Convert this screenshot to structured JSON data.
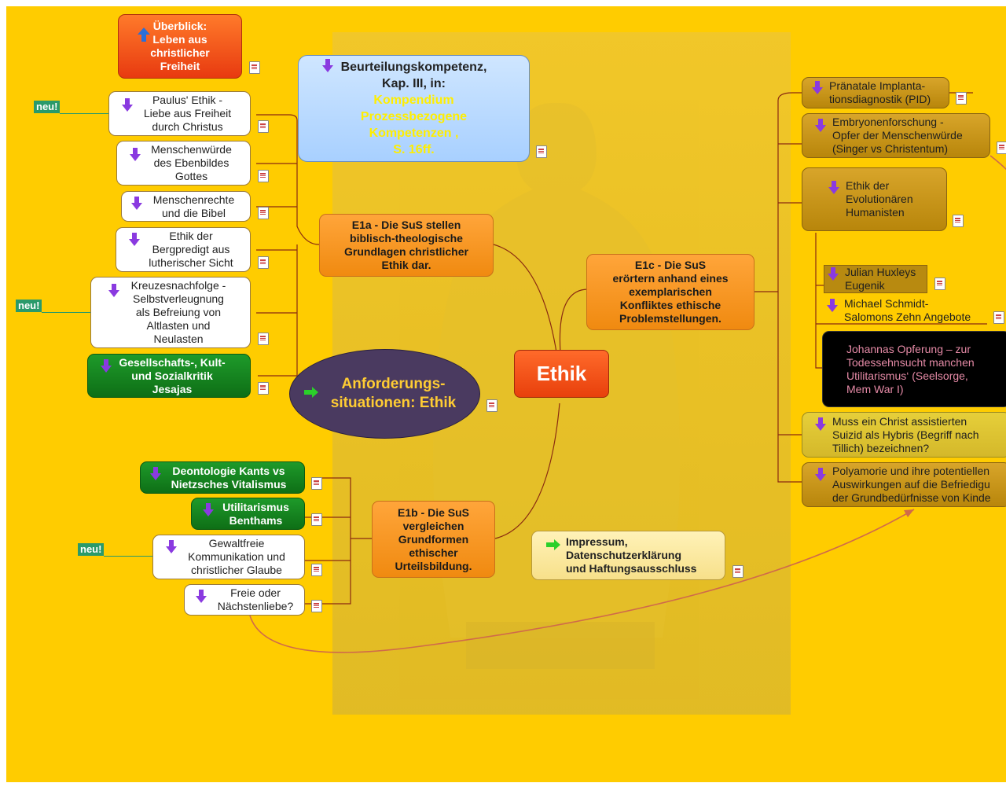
{
  "center": {
    "label": "Ethik",
    "color": "#f25a16"
  },
  "oval": {
    "label": "Anforderungs-\nsituationen: Ethik",
    "bg": "#4a3a60"
  },
  "overview": {
    "label": "Überblick:\nLeben aus\nchristlicher\nFreiheit"
  },
  "kompetenz": {
    "line1": "Beurteilungskompetenz,\nKap. III, in:",
    "link": "Kompendium\nProzessbezogene\nKompetenzen ,\nS. 16ff.",
    "link_color": "#ffee00"
  },
  "e1a": {
    "label": "E1a - Die SuS stellen\nbiblisch-theologische\nGrundlagen christlicher\nEthik dar."
  },
  "e1b": {
    "label": "E1b - Die SuS\nvergleichen\nGrundformen\nethischer\nUrteilsbildung."
  },
  "e1c": {
    "label": "E1c - Die SuS\nerörtern anhand eines\nexemplarischen\nKonfliktes ethische\nProblemstellungen."
  },
  "left_top": [
    {
      "label": "Paulus' Ethik -\nLiebe aus Freiheit\ndurch Christus"
    },
    {
      "label": "Menschenwürde\ndes Ebenbildes\nGottes"
    },
    {
      "label": "Menschenrechte\nund die Bibel"
    },
    {
      "label": "Ethik der\nBergpredigt aus\nlutherischer Sicht"
    },
    {
      "label": "Kreuzesnachfolge -\nSelbstverleugnung\nals Befreiung von\nAltlasten und\nNeulasten"
    },
    {
      "label": "Gesellschafts-, Kult-\nund Sozialkritik\nJesajas"
    }
  ],
  "left_bottom": [
    {
      "label": "Deontologie Kants vs\nNietzsches Vitalismus"
    },
    {
      "label": "Utilitarismus\nBenthams"
    },
    {
      "label": "Gewaltfreie\nKommunikation und\nchristlicher Glaube"
    },
    {
      "label": "Freie oder\nNächstenliebe?"
    }
  ],
  "right": [
    {
      "label": "Pränatale Implanta-\ntionsdiagnostik (PID)"
    },
    {
      "label": "Embryonenforschung -\nOpfer der Menschenwürde\n(Singer vs Christentum)"
    },
    {
      "label": "Ethik der\nEvolutionären\nHumanisten"
    },
    {
      "label": "Julian Huxleys\nEugenik"
    },
    {
      "label": "Michael Schmidt-\nSalomons Zehn Angebote"
    },
    {
      "label": "Johannas Opferung – zur\nTodessehnsucht manchen\nUtilitarismus‘ (Seelsorge,\nMem War I)"
    },
    {
      "label": "Muss ein Christ assistierten\nSuizid als Hybris (Begriff nach\nTillich) bezeichnen?"
    },
    {
      "label": "Polyamorie und ihre potentiellen\nAuswirkungen auf die Befriedigu\nder Grundbedürfnisse von Kinde"
    }
  ],
  "impressum": {
    "label": "Impressum,\nDatenschutzerklärung\nund Haftungsausschluss"
  },
  "badge": {
    "label": "neu!"
  },
  "line_color": "#8a2a10",
  "relation_color": "#d06a4a"
}
